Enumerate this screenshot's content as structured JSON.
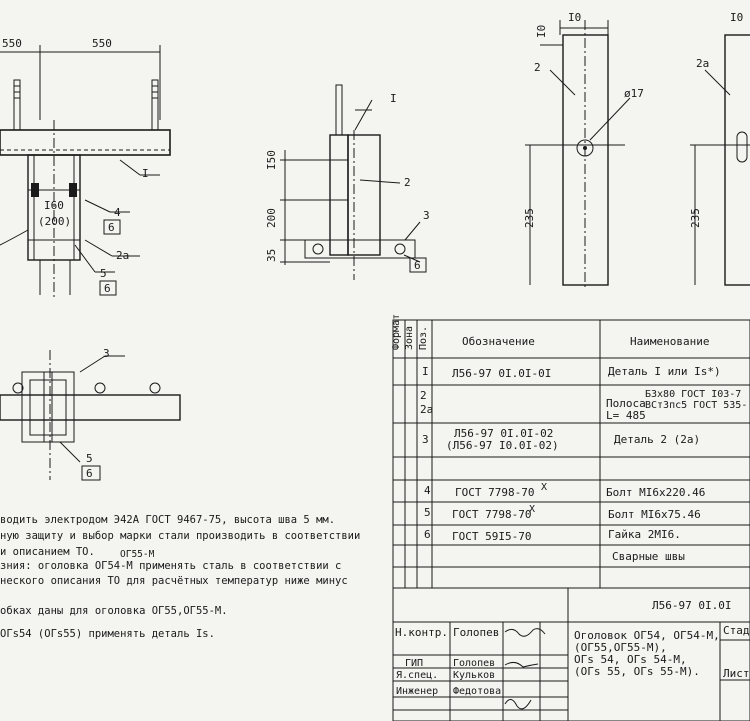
{
  "drawing": {
    "dim_550_left": "550",
    "dim_550_right": "550",
    "label_I": "I",
    "label_2": "2",
    "label_3": "3",
    "label_4": "4",
    "label_5": "5",
    "label_6": "6",
    "label_2a": "2а",
    "beam_I60": "I60",
    "beam_200": "(200)",
    "dim_150": "I50",
    "dim_200": "200",
    "dim_35": "35",
    "dim_235_a": "235",
    "dim_235_b": "235",
    "dim_10": "I0",
    "dim_10b": "I0",
    "dim_10c": "I0",
    "hole": "ø17",
    "label_3_section": "3"
  },
  "notes": [
    "водить электродом Э42А ГОСТ 9467-75, высота шва 5 мм.",
    "ную защиту и выбор марки стали производить в соответствии",
    "и описанием ТО.",
    "зния: оголовка ОГ54-М применять сталь в соответствии с",
    "неского описания ТО для расчётных температур ниже минус",
    "обках даны для оголовка ОГ55,ОГ55-М.",
    "ОГs54 (ОГs55) применять деталь Is."
  ],
  "notes_extra": "ОГ55-М",
  "spec": {
    "col_format": "Формат",
    "col_zone": "Зона",
    "col_pos": "Поз.",
    "col_designation": "Обозначение",
    "col_name": "Наименование",
    "rows": [
      {
        "pos": "I",
        "designation": "Л56-97 0I.0I-0I",
        "name": "Деталь I или Is*)"
      },
      {
        "pos": "2",
        "pos2": "2а",
        "designation": "",
        "name": "Полоса",
        "name_top": "Б3x80 ГОСТ I03-7",
        "name_bottom": "ВСт3пс5 ГОСТ 535-",
        "name_len": "L= 485"
      },
      {
        "pos": "3",
        "designation": "Л56-97 0I.0I-02",
        "designation2": "(Л56-97 I0.0I-02)",
        "name": "Деталь 2 (2а)"
      },
      {
        "pos": "4",
        "designation": "ГОСТ 7798-70",
        "sup": "X",
        "name": "Болт МI6x220.46"
      },
      {
        "pos": "5",
        "designation": "ГОСТ 7798-70",
        "sup": "X",
        "name": "Болт МI6x75.46"
      },
      {
        "pos": "6",
        "designation": "ГОСТ 59I5-70",
        "name": "Гайка 2МI6."
      },
      {
        "pos": "",
        "designation": "",
        "name": "Сварные швы"
      }
    ]
  },
  "title_block": {
    "doc_code": "Л56-97 0I.0I",
    "n_kontr_label": "Н.контр.",
    "n_kontr_name": "Голопев",
    "gip_label": "ГИП",
    "gip_name": "Голопев",
    "spec_label": "Я.спец.",
    "spec_name": "Кульков",
    "eng_label": "Инженер",
    "eng_name": "Федотова",
    "title_lines": [
      "Оголовок ОГ54, ОГ54-М,",
      "(ОГ55,ОГ55-М),",
      "ОГs 54, ОГs 54-М,",
      "(ОГs 55, ОГs 55-М)."
    ],
    "stage_label": "Стад",
    "sheet_label": "Лист"
  }
}
